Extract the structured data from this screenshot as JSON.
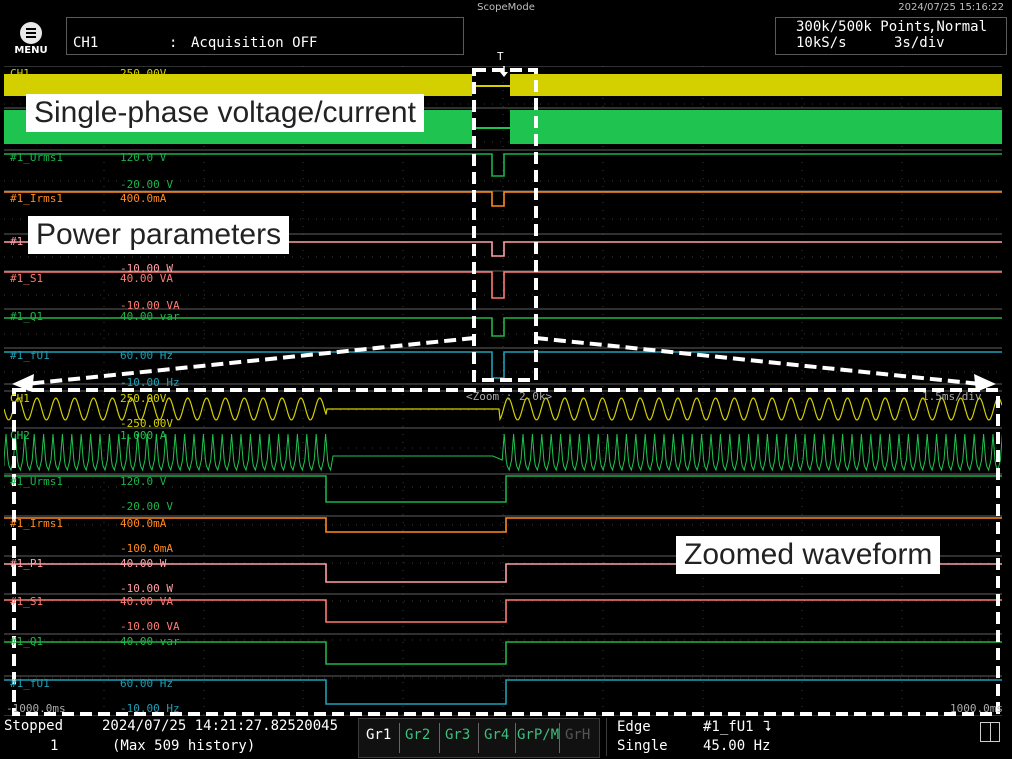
{
  "topbar": {
    "mode_title": "ScopeMode",
    "datetime": "2024/07/25 15:16:22",
    "menu_label": "MENU",
    "acq_channel": "CH1",
    "acq_colon": ":",
    "acq_status": "Acquisition OFF",
    "points": "300k/500k Points",
    "mode": ",Normal",
    "sample_rate": "10kS/s",
    "time_div": "3s/div"
  },
  "overview": {
    "trigger_marker": "T",
    "zoom_label": "<Zoom : 2.0k>",
    "traces": [
      {
        "name": "CH1",
        "color": "#d4d000",
        "upper": "250.00V",
        "lower": ""
      },
      {
        "name": "",
        "color": "#1fc34f",
        "upper": "",
        "lower": ""
      },
      {
        "name": "#1_Urms1",
        "color": "#19b34b",
        "upper": "120.0 V",
        "lower": "-20.00 V"
      },
      {
        "name": "#1_Irms1",
        "color": "#ff8a1e",
        "upper": "400.0mA",
        "lower": ""
      },
      {
        "name": "#1",
        "color": "#ff9fa6",
        "upper": "",
        "lower": "-10.00 W"
      },
      {
        "name": "#1_S1",
        "color": "#ff7a72",
        "upper": "40.00 VA",
        "lower": "-10.00 VA"
      },
      {
        "name": "#1_Q1",
        "color": "#22b447",
        "upper": "40.00 var",
        "lower": ""
      },
      {
        "name": "#1_fU1",
        "color": "#1e9fb5",
        "upper": "60.00 Hz",
        "lower": "-10.00 Hz"
      }
    ]
  },
  "zoom": {
    "traces": [
      {
        "name": "CH1",
        "color": "#d4d000",
        "upper": "250.00V",
        "lower": "-250.00V"
      },
      {
        "name": "CH2",
        "color": "#1fc34f",
        "upper": "1.000 A",
        "lower": ""
      },
      {
        "name": "#1_Urms1",
        "color": "#19b34b",
        "upper": "120.0 V",
        "lower": "-20.00 V"
      },
      {
        "name": "#1_Irms1",
        "color": "#ff8a1e",
        "upper": "400.0mA",
        "lower": "-100.0mA"
      },
      {
        "name": "#1_P1",
        "color": "#ff9fa6",
        "upper": "40.00 W",
        "lower": "-10.00 W"
      },
      {
        "name": "#1_S1",
        "color": "#ff7a72",
        "upper": "40.00 VA",
        "lower": "-10.00 VA"
      },
      {
        "name": "#1_Q1",
        "color": "#22b447",
        "upper": "40.00 var",
        "lower": ""
      },
      {
        "name": "#1_fU1",
        "color": "#1e9fb5",
        "upper": "60.00 Hz",
        "lower": "-10.00 Hz"
      }
    ],
    "time_div": "1.5ms/div",
    "time_left": "-1000.0ms",
    "time_right": "1000.0ms"
  },
  "callouts": {
    "voltage_current": "Single-phase voltage/current",
    "power_params": "Power parameters",
    "zoomed": "Zoomed waveform"
  },
  "bottombar": {
    "state": "Stopped",
    "count": "1",
    "timestamp": "2024/07/25 14:21:27.82520045",
    "history": "(Max 509 history)",
    "groups": [
      "Gr1",
      "Gr2",
      "Gr3",
      "Gr4",
      "GrP/M",
      "GrH"
    ],
    "selected_group": "Gr1",
    "trigger_type": "Edge",
    "trigger_source": "#1_fU1",
    "trigger_slope": "⮧",
    "trigger_mode": "Single",
    "trigger_level": "45.00 Hz"
  },
  "colors": {
    "grid": "#2a2a2a",
    "dashed_box": "#ffffff",
    "accent_yellow": "#d4d000",
    "accent_green": "#1fc34f"
  }
}
